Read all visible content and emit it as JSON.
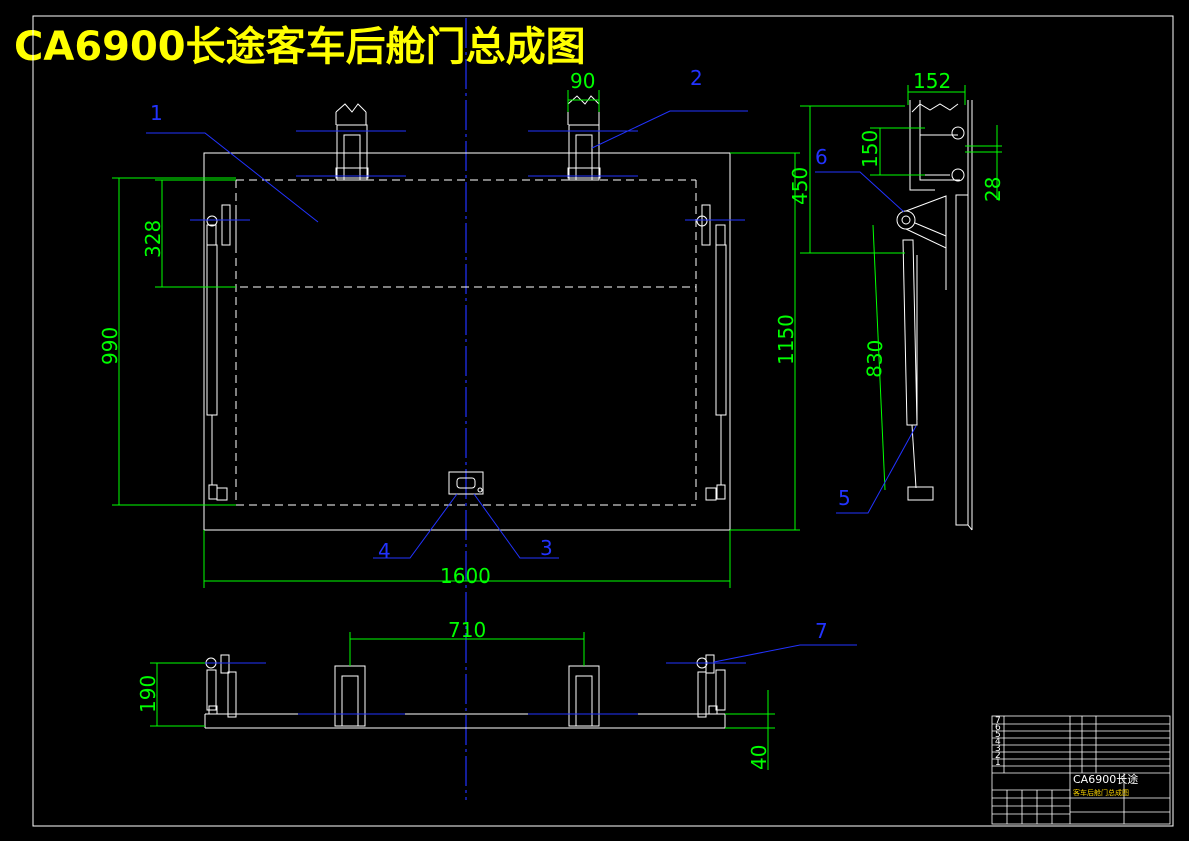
{
  "title": "CA6900长途客车后舱门总成图",
  "dimensions": {
    "d90": "90",
    "d152": "152",
    "d150": "150",
    "d450": "450",
    "d28": "28",
    "d328": "328",
    "d990": "990",
    "d1150": "1150",
    "d830": "830",
    "d1600": "1600",
    "d710": "710",
    "d190": "190",
    "d40": "40"
  },
  "balloons": {
    "b1": "1",
    "b2": "2",
    "b3": "3",
    "b4": "4",
    "b5": "5",
    "b6": "6",
    "b7": "7"
  },
  "title_block": {
    "drawing_name": "CA6900长途",
    "subtitle": "客车后舱门总成图",
    "row_numbers": [
      "7",
      "6",
      "5",
      "4",
      "3",
      "2",
      "1"
    ]
  },
  "colors": {
    "outline": "#ffffff",
    "dimension": "#00ff00",
    "leader": "#0000ff",
    "title": "#ffff00"
  }
}
